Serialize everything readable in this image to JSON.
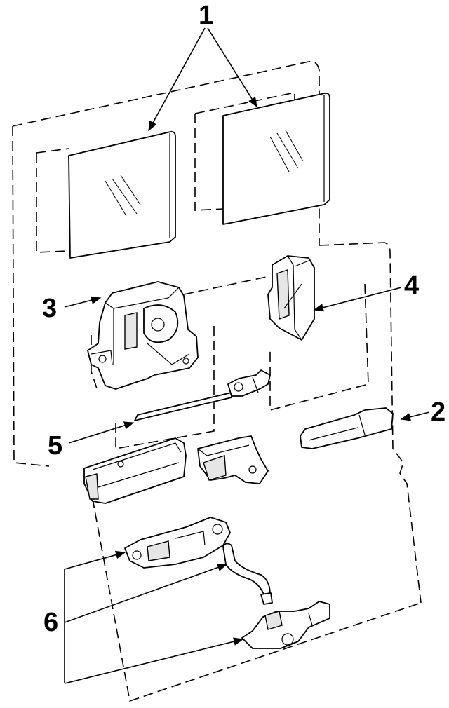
{
  "callouts": {
    "window_glass": "1",
    "outside_handle": "2",
    "door_lock_actuator": "3",
    "latch_striker": "4",
    "lock_rod": "5",
    "hinge_parts": "6"
  },
  "colors": {
    "line": "#000000",
    "background": "#ffffff",
    "shade": "#e6e6e6"
  }
}
